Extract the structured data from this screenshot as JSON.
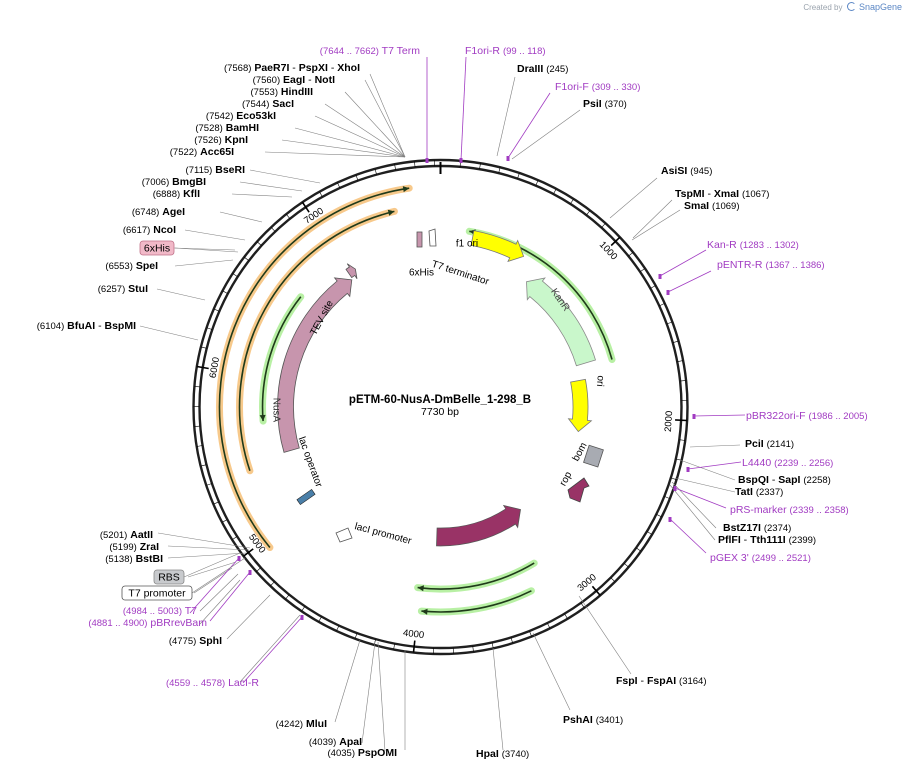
{
  "credit": {
    "prefix": "Created by",
    "brand": "SnapGene"
  },
  "plasmid": {
    "name": "pETM-60-NusA-DmBelle_1-298_B",
    "length_label": "7730 bp"
  },
  "ticks": [
    "1000",
    "2000",
    "3000",
    "4000",
    "5000",
    "6000",
    "7000"
  ],
  "sites": [
    {
      "pos": "(7568)",
      "names": [
        "PaeR7I",
        "PspXI",
        "XhoI"
      ]
    },
    {
      "pos": "(7560)",
      "names": [
        "EagI",
        "NotI"
      ]
    },
    {
      "pos": "(7553)",
      "names": [
        "HindIII"
      ]
    },
    {
      "pos": "(7544)",
      "names": [
        "SacI"
      ]
    },
    {
      "pos": "(7542)",
      "names": [
        "Eco53kI"
      ]
    },
    {
      "pos": "(7528)",
      "names": [
        "BamHI"
      ]
    },
    {
      "pos": "(7526)",
      "names": [
        "KpnI"
      ]
    },
    {
      "pos": "(7522)",
      "names": [
        "Acc65I"
      ]
    },
    {
      "pos": "(7115)",
      "names": [
        "BseRI"
      ]
    },
    {
      "pos": "(7006)",
      "names": [
        "BmgBI"
      ]
    },
    {
      "pos": "(6888)",
      "names": [
        "KflI"
      ]
    },
    {
      "pos": "(6748)",
      "names": [
        "AgeI"
      ]
    },
    {
      "pos": "(6617)",
      "names": [
        "NcoI"
      ]
    },
    {
      "pos": "(6553)",
      "names": [
        "SpeI"
      ]
    },
    {
      "pos": "(6257)",
      "names": [
        "StuI"
      ]
    },
    {
      "pos": "(6104)",
      "names": [
        "BfuAI",
        "BspMI"
      ]
    },
    {
      "pos": "(5201)",
      "names": [
        "AatII"
      ]
    },
    {
      "pos": "(5199)",
      "names": [
        "ZraI"
      ]
    },
    {
      "pos": "(5138)",
      "names": [
        "BstBI"
      ]
    },
    {
      "pos": "(4775)",
      "names": [
        "SphI"
      ]
    },
    {
      "pos": "(4242)",
      "names": [
        "MluI"
      ]
    },
    {
      "pos": "(4039)",
      "names": [
        "ApaI"
      ]
    },
    {
      "pos": "(4035)",
      "names": [
        "PspOMI"
      ]
    },
    {
      "pos": "(3740)",
      "names": [
        "HpaI"
      ]
    },
    {
      "pos": "(3401)",
      "names": [
        "PshAI"
      ]
    },
    {
      "pos": "(3164)",
      "names": [
        "FspI",
        "FspAI"
      ]
    },
    {
      "pos": "(2399)",
      "names": [
        "PflFI",
        "Tth111I"
      ]
    },
    {
      "pos": "(2374)",
      "names": [
        "BstZ17I"
      ]
    },
    {
      "pos": "(2337)",
      "names": [
        "TatI"
      ]
    },
    {
      "pos": "(2258)",
      "names": [
        "BspQI",
        "SapI"
      ]
    },
    {
      "pos": "(2141)",
      "names": [
        "PciI"
      ]
    },
    {
      "pos": "(1069)",
      "names": [
        "SmaI"
      ]
    },
    {
      "pos": "(1067)",
      "names": [
        "TspMI",
        "XmaI"
      ]
    },
    {
      "pos": "(945)",
      "names": [
        "AsiSI"
      ]
    },
    {
      "pos": "(370)",
      "names": [
        "PsiI"
      ]
    },
    {
      "pos": "(245)",
      "names": [
        "DraIII"
      ]
    }
  ],
  "primers": [
    {
      "name": "T7 Term",
      "range": "(7644 .. 7662)"
    },
    {
      "name": "F1ori-R",
      "range": "(99 .. 118)"
    },
    {
      "name": "F1ori-F",
      "range": "(309 .. 330)"
    },
    {
      "name": "Kan-R",
      "range": "(1283 .. 1302)"
    },
    {
      "name": "pENTR-R",
      "range": "(1367 .. 1386)"
    },
    {
      "name": "pBR322ori-F",
      "range": "(1986 .. 2005)"
    },
    {
      "name": "L4440",
      "range": "(2239 .. 2256)"
    },
    {
      "name": "pRS-marker",
      "range": "(2339 .. 2358)"
    },
    {
      "name": "pGEX 3'",
      "range": "(2499 .. 2521)"
    },
    {
      "name": "T7",
      "range": "(4984 .. 5003)"
    },
    {
      "name": "pBRrevBam",
      "range": "(4881 .. 4900)"
    },
    {
      "name": "LacI-R",
      "range": "(4559 .. 4578)"
    }
  ],
  "boxed_labels": [
    "6xHis",
    "RBS",
    "T7 promoter"
  ],
  "features": {
    "f1_ori": "f1 ori",
    "t7_terminator": "T7 terminator",
    "six_his": "6xHis",
    "kanr": "KanR",
    "ori": "ori",
    "bom": "bom",
    "rop": "rop",
    "tev_site": "TEV site",
    "nusa": "NusA",
    "lac_operator": "lac operator",
    "laci_promoter": "lacI promoter",
    "laci": "lacI"
  },
  "colors": {
    "backbone": "#1f1f1f",
    "primer": "#a13bc2",
    "yellow_feature": "#ffff00",
    "green_feature": "#c9f7cb",
    "maroon_feature": "#993366",
    "nusa_feature": "#c795ad",
    "orange_orf": "#f7c98b",
    "green_orf": "#b8f0a4",
    "gray_feature": "#a8abb2",
    "tag_pink": "#f1b9c8",
    "tag_gray": "#c8cacd"
  }
}
